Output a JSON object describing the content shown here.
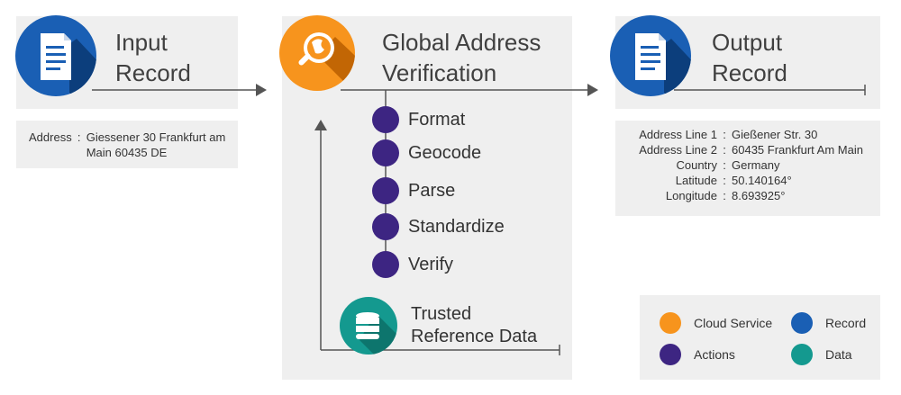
{
  "input": {
    "title_line1": "Input",
    "title_line2": "Record",
    "address_label": "Address",
    "address_value_line1": "Giessener 30 Frankfurt am",
    "address_value_line2": "Main 60435 DE"
  },
  "verification": {
    "title_line1": "Global Address",
    "title_line2": "Verification",
    "steps": [
      "Format",
      "Geocode",
      "Parse",
      "Standardize",
      "Verify"
    ],
    "reference_line1": "Trusted",
    "reference_line2": "Reference Data"
  },
  "output": {
    "title_line1": "Output",
    "title_line2": "Record",
    "fields": [
      {
        "label": "Address Line 1",
        "value": "Gießener Str. 30"
      },
      {
        "label": "Address Line 2",
        "value": "60435 Frankfurt Am Main"
      },
      {
        "label": "Country",
        "value": "Germany"
      },
      {
        "label": "Latitude",
        "value": "50.140164°"
      },
      {
        "label": "Longitude",
        "value": "8.693925°"
      }
    ]
  },
  "legend": {
    "items": [
      {
        "label": "Cloud Service",
        "color": "#f7941d"
      },
      {
        "label": "Record",
        "color": "#1a5fb4"
      },
      {
        "label": "Actions",
        "color": "#3d2582"
      },
      {
        "label": "Data",
        "color": "#14998f"
      }
    ]
  },
  "colors": {
    "record": "#1a5fb4",
    "cloud": "#f7941d",
    "action": "#3d2582",
    "data": "#14998f"
  }
}
